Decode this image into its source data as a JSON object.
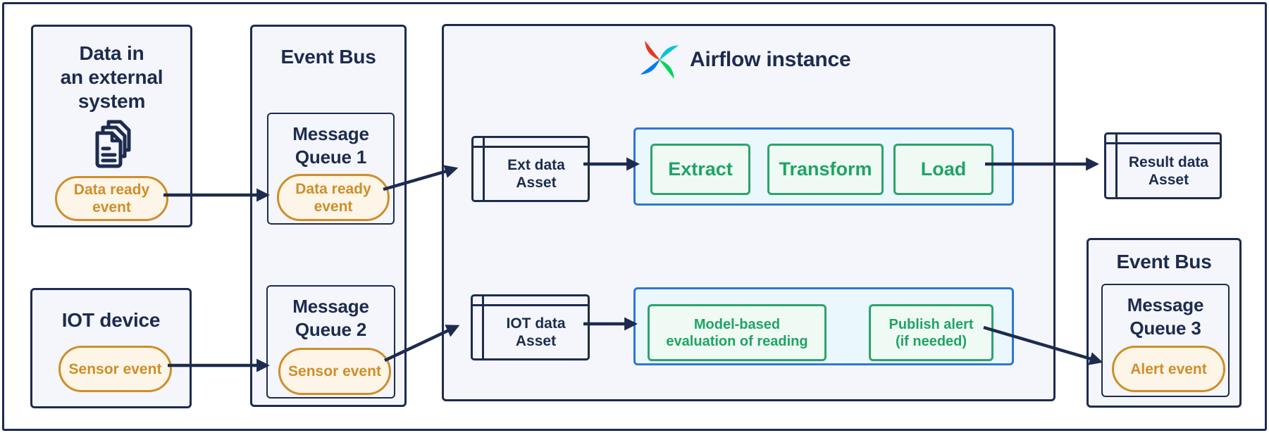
{
  "colors": {
    "navy": "#1d2b4e",
    "panel_fill": "#f4f6fb",
    "pill_border": "#cf8e2a",
    "pill_fill": "#fdf5e7",
    "task_green_text": "#1fa466",
    "task_green_border": "#2da36d",
    "task_green_fill": "#f0faf4",
    "pipeline_blue_border": "#2d76d9",
    "pipeline_blue_fill": "#eaf7fd",
    "airflow_logo": {
      "red": "#e43921",
      "teal": "#00c7d4",
      "blue": "#017cee",
      "green": "#04d659"
    }
  },
  "external_system": {
    "title": "Data in\nan external\nsystem",
    "icon": "documents-icon",
    "event": "Data ready\nevent"
  },
  "iot_device": {
    "title": "IOT device",
    "event": "Sensor event"
  },
  "event_bus_left": {
    "title": "Event Bus",
    "queues": [
      {
        "title": "Message\nQueue 1",
        "event": "Data ready\nevent"
      },
      {
        "title": "Message\nQueue 2",
        "event": "Sensor event"
      }
    ]
  },
  "airflow": {
    "title": "Airflow instance",
    "logo": "airflow-pinwheel-logo",
    "assets": {
      "ext": "Ext data\nAsset",
      "iot": "IOT data\nAsset"
    },
    "etl_pipeline": {
      "tasks": [
        "Extract",
        "Transform",
        "Load"
      ]
    },
    "alert_pipeline": {
      "tasks": [
        "Model-based\nevaluation of reading",
        "Publish alert\n(if needed)"
      ]
    }
  },
  "result_asset": {
    "label": "Result data\nAsset"
  },
  "event_bus_right": {
    "title": "Event Bus",
    "queue": {
      "title": "Message\nQueue 3",
      "event": "Alert event"
    }
  },
  "connections": [
    {
      "from": "external-system data-ready-event",
      "to": "message-queue-1 data-ready-event"
    },
    {
      "from": "message-queue-1 data-ready-event",
      "to": "ext-data-asset"
    },
    {
      "from": "ext-data-asset",
      "to": "etl-pipeline"
    },
    {
      "from": "load-task",
      "to": "result-data-asset"
    },
    {
      "from": "iot-device sensor-event",
      "to": "message-queue-2 sensor-event"
    },
    {
      "from": "message-queue-2 sensor-event",
      "to": "iot-data-asset"
    },
    {
      "from": "iot-data-asset",
      "to": "alert-pipeline"
    },
    {
      "from": "publish-alert-task",
      "to": "message-queue-3 alert-event"
    }
  ]
}
